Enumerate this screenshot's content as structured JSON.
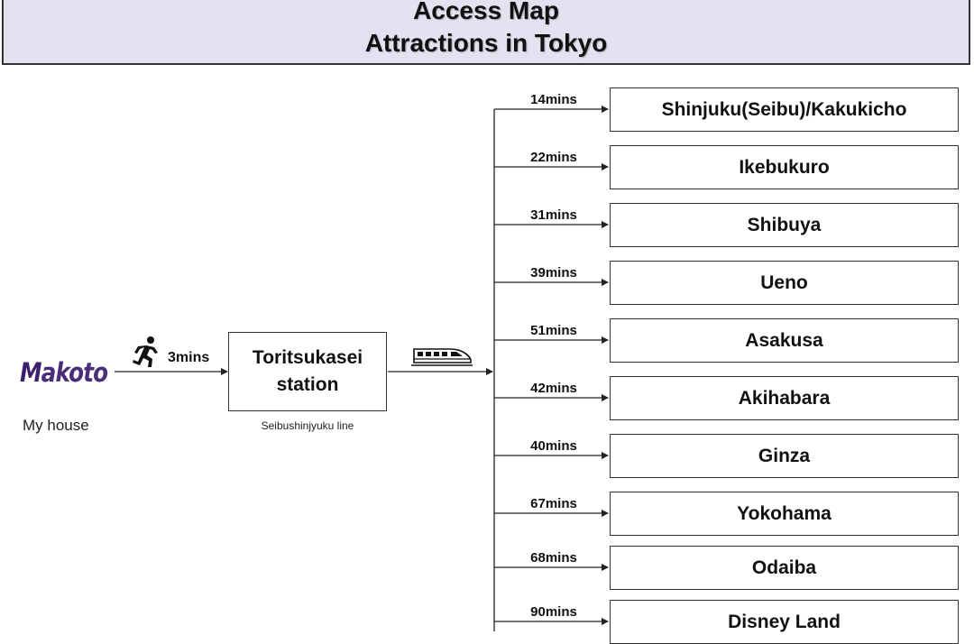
{
  "header": {
    "title_line1": "Access Map",
    "title_line2": "Attractions in Tokyo"
  },
  "origin": {
    "logo_text": "Makoto",
    "label": "My house"
  },
  "walk": {
    "icon": "running-person-icon",
    "time": "3mins"
  },
  "station": {
    "name_line1": "Toritsukasei",
    "name_line2": "station",
    "line": "Seibushinjyuku line"
  },
  "train": {
    "icon": "bullet-train-icon"
  },
  "destinations": [
    {
      "name": "Shinjuku(Seibu)/Kakukicho",
      "time": "14mins"
    },
    {
      "name": "Ikebukuro",
      "time": "22mins"
    },
    {
      "name": "Shibuya",
      "time": "31mins"
    },
    {
      "name": "Ueno",
      "time": "39mins"
    },
    {
      "name": "Asakusa",
      "time": "51mins"
    },
    {
      "name": "Akihabara",
      "time": "42mins"
    },
    {
      "name": "Ginza",
      "time": "40mins"
    },
    {
      "name": "Yokohama",
      "time": "67mins"
    },
    {
      "name": "Odaiba",
      "time": "68mins"
    },
    {
      "name": "Disney Land",
      "time": "90mins"
    }
  ]
}
